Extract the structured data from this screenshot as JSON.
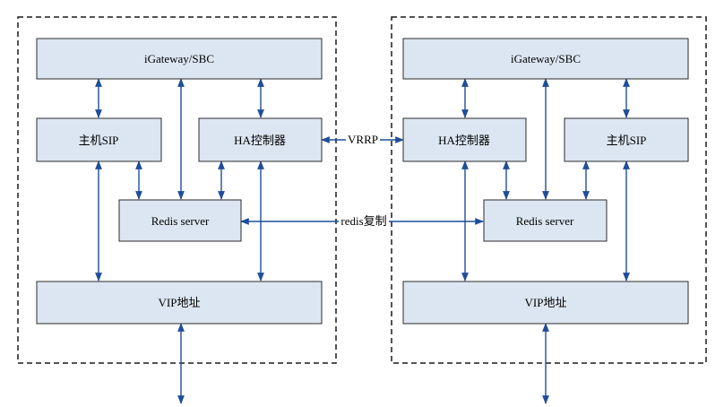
{
  "nodes": {
    "left": {
      "gateway": "iGateway/SBC",
      "primary_sip": "主机SIP",
      "ha_controller": "HA控制器",
      "redis": "Redis server",
      "vip": "VIP地址"
    },
    "right": {
      "gateway": "iGateway/SBC",
      "ha_controller": "HA控制器",
      "primary_sip": "主机SIP",
      "redis": "Redis server",
      "vip": "VIP地址"
    }
  },
  "links": {
    "vrrp": "VRRP",
    "redis_replication": "redis复制"
  },
  "colors": {
    "box_fill": "#dce6f2",
    "arrow": "#1f4e99"
  }
}
